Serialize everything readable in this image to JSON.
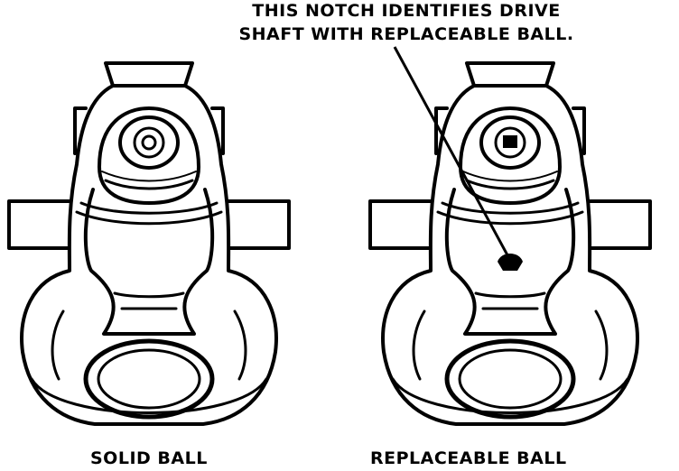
{
  "callout": {
    "line1": "THIS NOTCH IDENTIFIES DRIVE",
    "line2": "SHAFT WITH REPLACEABLE BALL."
  },
  "parts": [
    {
      "label": "SOLID BALL"
    },
    {
      "label": "REPLACEABLE BALL"
    }
  ],
  "colors": {
    "ink": "#000000",
    "paper": "#ffffff"
  }
}
